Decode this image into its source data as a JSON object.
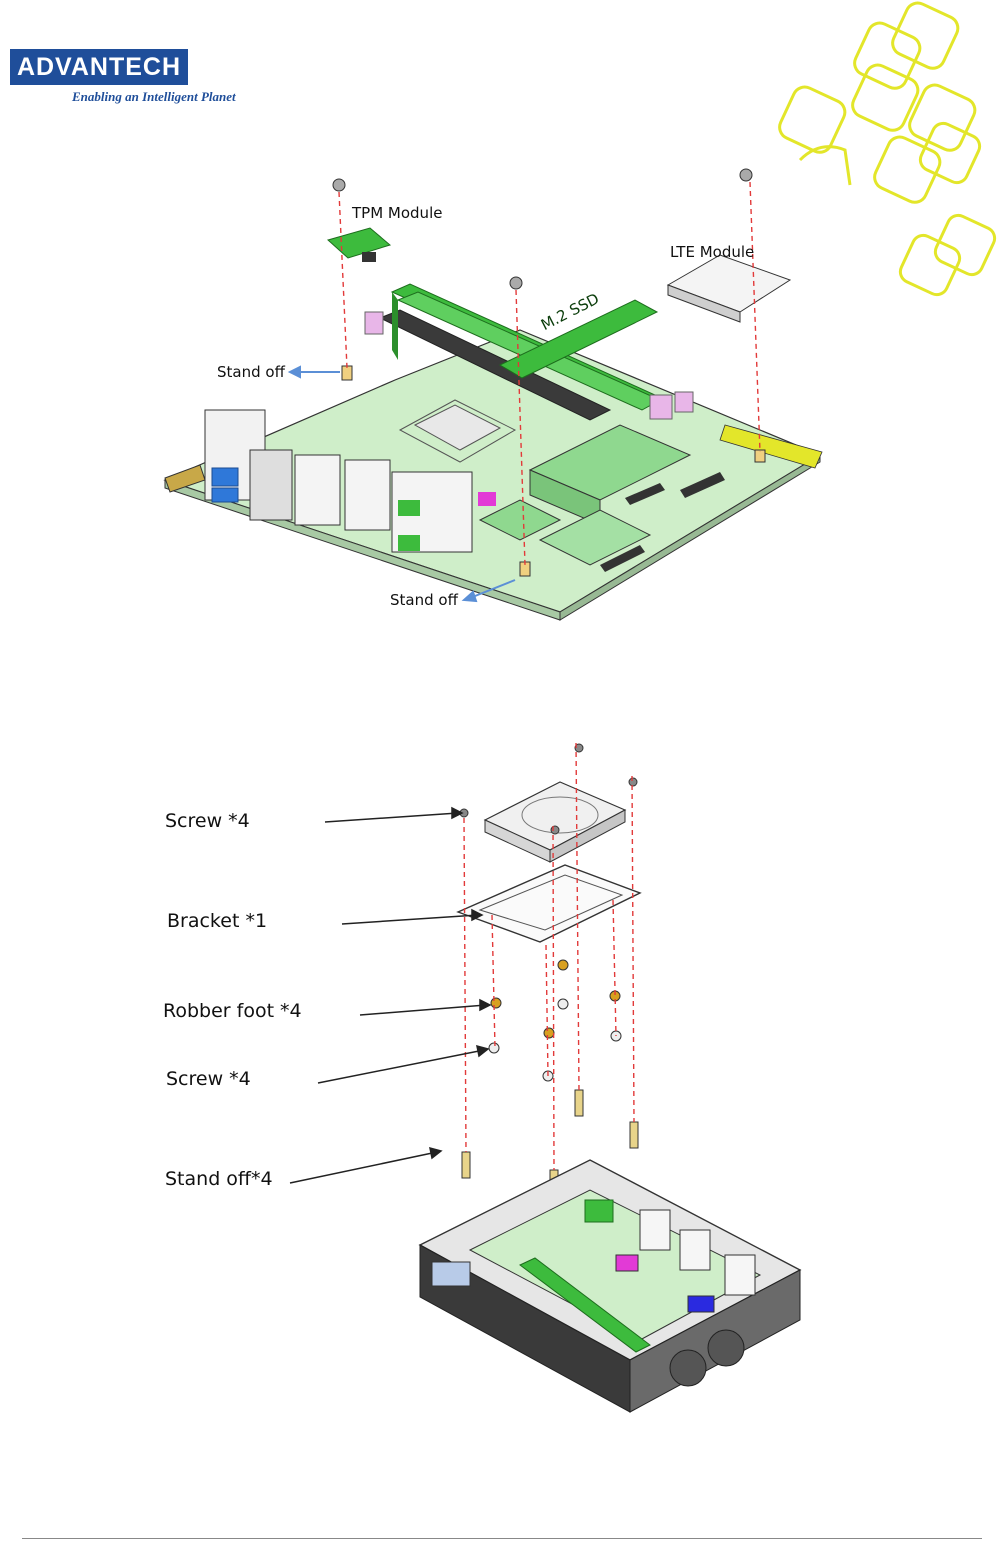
{
  "brand": {
    "logo": "ADVANTECH",
    "tagline": "Enabling an Intelligent Planet"
  },
  "figure1": {
    "labels": {
      "tpm": "TPM Module",
      "lte": "LTE Module",
      "ssd": "M.2 SSD",
      "standoff_left": "Stand off",
      "standoff_bottom": "Stand off"
    }
  },
  "figure2": {
    "labels": {
      "screw_top": "Screw *4",
      "bracket": "Bracket *1",
      "robber_foot": "Robber foot *4",
      "screw_bottom": "Screw *4",
      "standoff": "Stand off*4"
    }
  },
  "colors": {
    "brand_blue": "#1f4e9a",
    "decor_yellow": "#e3e62a",
    "pcb_green": "#cfeec9",
    "module_green": "#3dbb3d",
    "dash_red": "#e23a3a",
    "arrow_blue": "#5b8fd6",
    "chassis_dark": "#3a3a3a"
  }
}
